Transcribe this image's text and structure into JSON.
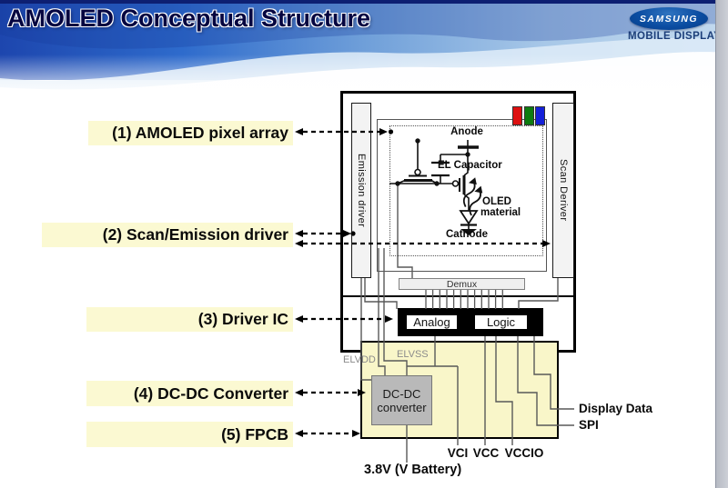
{
  "slide": {
    "title": "AMOLED Conceptual Structure"
  },
  "brand": {
    "logo": "SAMSUNG",
    "division": "MOBILE DISPLAY"
  },
  "callouts": [
    {
      "label": "(1) AMOLED pixel array"
    },
    {
      "label": "(2) Scan/Emission driver"
    },
    {
      "label": "(3) Driver IC"
    },
    {
      "label": "(4) DC-DC Converter"
    },
    {
      "label": "(5) FPCB"
    }
  ],
  "panel": {
    "emission_driver": "Emission driver",
    "scan_driver": "Scan Deriver",
    "demux": "Demux",
    "pixel": {
      "anode": "Anode",
      "el_capacitor": "EL Capacitor",
      "oled_line1": "OLED",
      "oled_line2": "material",
      "cathode": "Cathode"
    },
    "rgb_swatches": [
      "#dd1010",
      "#0e7c10",
      "#1420d8"
    ]
  },
  "driver_ic": {
    "analog": "Analog",
    "logic": "Logic"
  },
  "fpcb": {
    "elvdd": "ELVDD",
    "elvss": "ELVSS",
    "dcdc_line1": "DC-DC",
    "dcdc_line2": "converter",
    "vci": "VCI",
    "vcc": "VCC",
    "vccio": "VCCIO",
    "battery": "3.8V (V Battery)",
    "display_data": "Display Data",
    "spi": "SPI"
  },
  "colors": {
    "fpcb_fill": "#f9f6c9",
    "callout_fill": "#fbf9d2",
    "samsung_blue": "#0b4da2"
  }
}
